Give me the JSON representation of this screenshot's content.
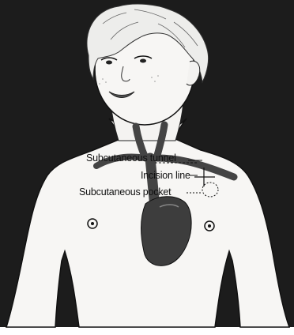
{
  "labels": {
    "subcutaneous_tunnel": "Subcutaneous tunnel",
    "incision_line": "Incision line",
    "subcutaneous_pocket": "Subcutaneous pocket"
  },
  "colors": {
    "background": "#1a1a1a",
    "skin": "#f7f6f4",
    "heart": "#3d3d3d",
    "ink": "#111111"
  }
}
